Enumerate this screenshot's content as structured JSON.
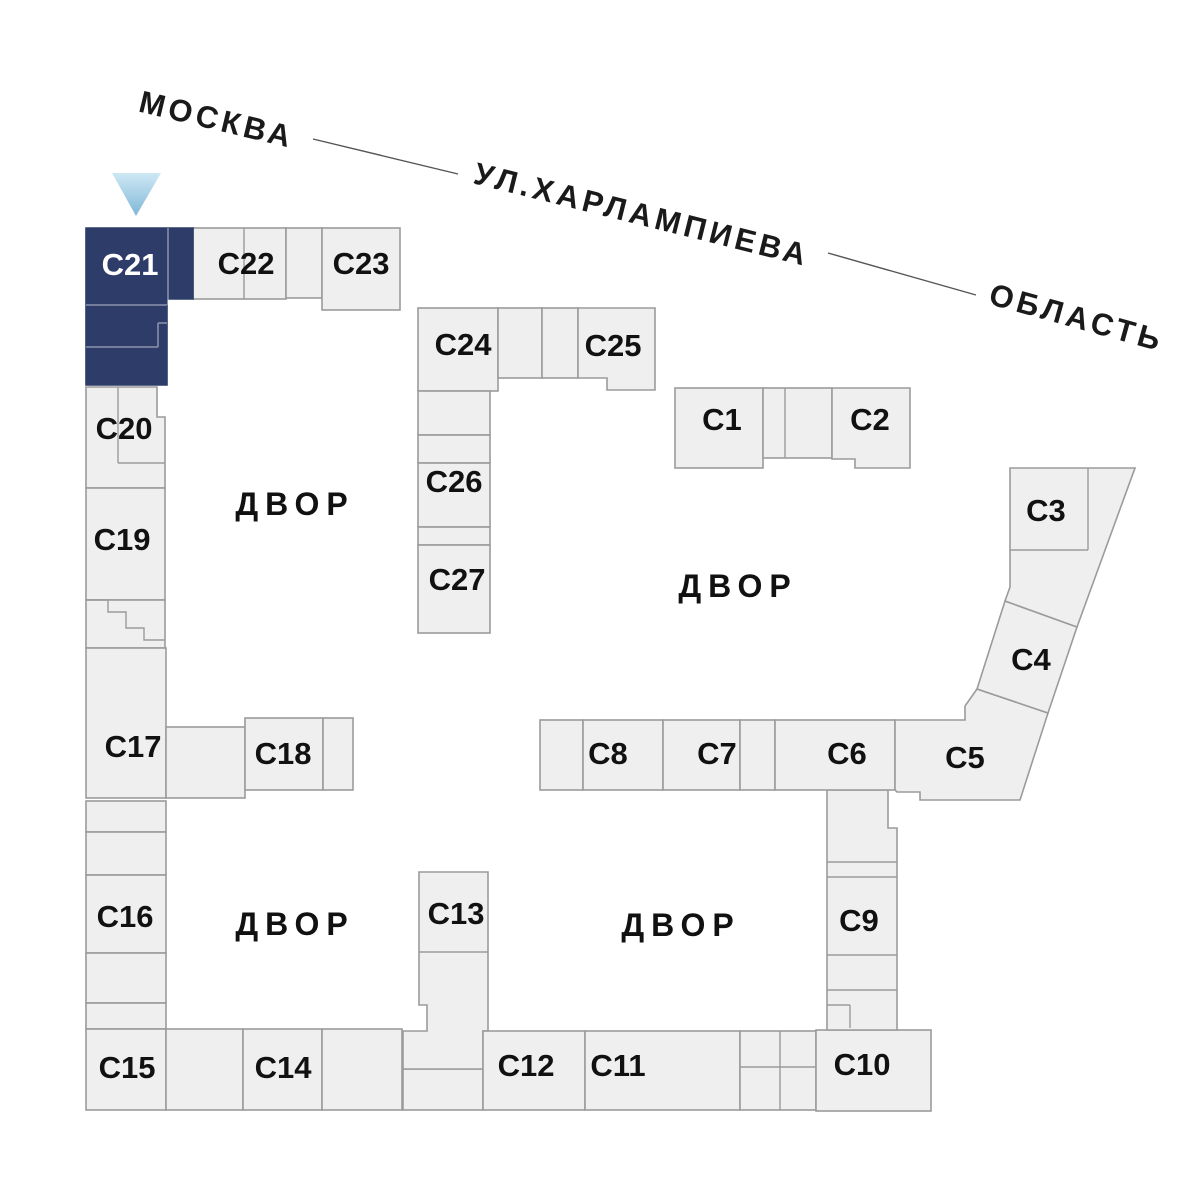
{
  "plan": {
    "selected_building": "С21",
    "buildings": {
      "c1": "С1",
      "c2": "С2",
      "c3": "С3",
      "c4": "С4",
      "c5": "С5",
      "c6": "С6",
      "c7": "С7",
      "c8": "С8",
      "c9": "С9",
      "c10": "С10",
      "c11": "С11",
      "c12": "С12",
      "c13": "С13",
      "c14": "С14",
      "c15": "С15",
      "c16": "С16",
      "c17": "С17",
      "c18": "С18",
      "c19": "С19",
      "c20": "С20",
      "c21": "С21",
      "c22": "С22",
      "c23": "С23",
      "c24": "С24",
      "c25": "С25",
      "c26": "С26",
      "c27": "С27"
    },
    "courtyard_label": "ДВОР",
    "streets": {
      "moscow": "МОСКВА",
      "kharlampieva": "УЛ.ХАРЛАМПИЕВА",
      "oblast": "ОБЛАСТЬ"
    },
    "colors": {
      "background": "#ffffff",
      "building_fill": "#efeff0",
      "building_stroke": "#9b9b9b",
      "selected_fill": "#2e3c6a",
      "selected_label": "#ffffff",
      "label_color": "#111111",
      "marker_top": "#cfe8f4",
      "marker_bottom": "#7fb7d7"
    }
  }
}
